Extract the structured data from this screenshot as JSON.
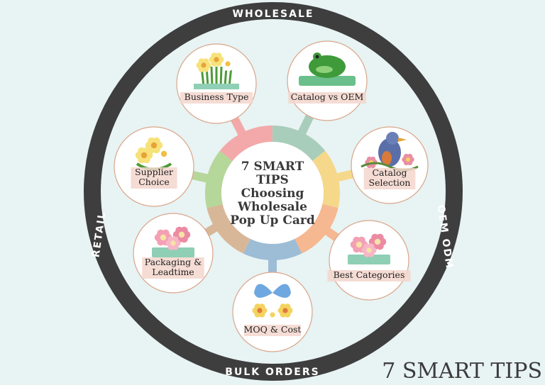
{
  "ring": {
    "top": "WHOLESALE",
    "right": "OEM ODM",
    "bottom": "BULK ORDERS",
    "left": "RETAIL"
  },
  "center": {
    "lines": [
      "7 SMART",
      "TIPS",
      "Choosing",
      "Wholesale",
      "Pop Up Card"
    ]
  },
  "segment_colors": [
    "#f3a9a9",
    "#a9cdbb",
    "#f5d88a",
    "#f6b891",
    "#9dbcd6",
    "#d8b799",
    "#b5d79a"
  ],
  "nodes": [
    {
      "lines": [
        "Business Type"
      ],
      "icon": "daffodil-bouquet-icon"
    },
    {
      "lines": [
        "Catalog vs OEM"
      ],
      "icon": "frog-icon"
    },
    {
      "lines": [
        "Catalog",
        "Selection"
      ],
      "icon": "bird-icon"
    },
    {
      "lines": [
        "Best Categories"
      ],
      "icon": "cherry-blossom-icon"
    },
    {
      "lines": [
        "MOQ & Cost"
      ],
      "icon": "butterfly-bouquet-icon"
    },
    {
      "lines": [
        "Packaging &",
        "Leadtime"
      ],
      "icon": "flower-tree-icon"
    },
    {
      "lines": [
        "Supplier",
        "Choice"
      ],
      "icon": "flower-bouquet-icon"
    }
  ],
  "footer": "7 SMART TIPS"
}
